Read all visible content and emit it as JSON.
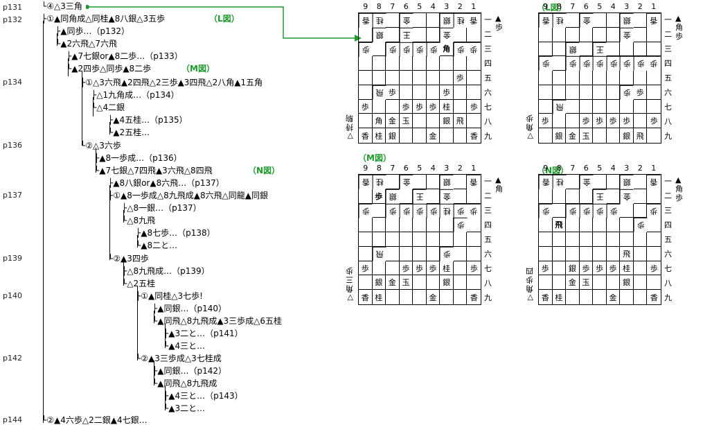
{
  "page_labels": [
    "p131",
    "p132",
    "p134",
    "p136",
    "p137",
    "p139",
    "p140",
    "p142",
    "p144"
  ],
  "tree": [
    {
      "id": "l01",
      "text": "└④△3三角"
    },
    {
      "id": "l02",
      "text": "├①▲同角成△同桂▲8八銀△3五歩"
    },
    {
      "id": "l02b",
      "text": "（L図）"
    },
    {
      "id": "l03",
      "text": "├▲同歩…（p132）"
    },
    {
      "id": "l04",
      "text": "└▲2六飛△7六飛"
    },
    {
      "id": "l05",
      "text": "├▲7七銀or▲8二歩…（p133）"
    },
    {
      "id": "l06",
      "text": "└▲2四歩△同歩▲8二歩"
    },
    {
      "id": "l06b",
      "text": "（M図）"
    },
    {
      "id": "l07",
      "text": "├①△3六飛▲2四飛△2三歩▲3四飛△2八角▲1五角"
    },
    {
      "id": "l08",
      "text": "├△1九角成…（p134）"
    },
    {
      "id": "l09",
      "text": "└△4二銀"
    },
    {
      "id": "l10",
      "text": "├▲4五桂…（p135）"
    },
    {
      "id": "l11",
      "text": "└▲2五桂…"
    },
    {
      "id": "l12",
      "text": "└②△3六歩"
    },
    {
      "id": "l13",
      "text": "├▲8一歩成…（p136）"
    },
    {
      "id": "l14",
      "text": "└▲7七銀△7四飛▲3六飛△8四飛"
    },
    {
      "id": "l14b",
      "text": "（N図）"
    },
    {
      "id": "l15",
      "text": "├▲8八銀or▲8六飛…（p137）"
    },
    {
      "id": "l16",
      "text": "├①▲8一歩成△8九飛成▲8六飛△同龍▲同銀"
    },
    {
      "id": "l17",
      "text": "├△8一銀…（p137）"
    },
    {
      "id": "l18",
      "text": "└△8九飛"
    },
    {
      "id": "l19",
      "text": "├▲8七歩…（p138）"
    },
    {
      "id": "l20",
      "text": "└▲8二と…"
    },
    {
      "id": "l21",
      "text": "└②▲3四歩"
    },
    {
      "id": "l22",
      "text": "├△8九飛成…（p139）"
    },
    {
      "id": "l23",
      "text": "└△2五桂"
    },
    {
      "id": "l24",
      "text": "├①▲同桂△3七歩!"
    },
    {
      "id": "l25",
      "text": "├▲同銀…（p140）"
    },
    {
      "id": "l26",
      "text": "└▲同飛△8九飛成▲3三歩成△6五桂"
    },
    {
      "id": "l27",
      "text": "├▲3二と…（p141）"
    },
    {
      "id": "l28",
      "text": "└▲4三と…"
    },
    {
      "id": "l29",
      "text": "└②▲3三歩成△3七桂成"
    },
    {
      "id": "l30",
      "text": "├▲同銀…（p142）"
    },
    {
      "id": "l31",
      "text": "└▲同飛△8九飛成"
    },
    {
      "id": "l32",
      "text": "├▲4三と…（p143）"
    },
    {
      "id": "l33",
      "text": "└▲3二と…"
    },
    {
      "id": "l34",
      "text": "└②▲4六歩△2二銀▲4七銀…"
    }
  ],
  "files": [
    "9",
    "8",
    "7",
    "6",
    "5",
    "4",
    "3",
    "2",
    "1"
  ],
  "ranks": [
    "一",
    "二",
    "三",
    "四",
    "五",
    "六",
    "七",
    "八",
    "九"
  ],
  "boards": {
    "main": {
      "title": "",
      "sente_hand": [
        "▲",
        "歩"
      ],
      "gote_hand": [
        "▽",
        "持",
        "駒"
      ],
      "cells": [
        "g香",
        "g桂",
        "",
        "g金",
        "",
        "",
        "g銀",
        "g桂",
        "g香",
        "",
        "g銀",
        "",
        "g王",
        "",
        "",
        "g金",
        "",
        "",
        "g歩",
        "",
        "g歩",
        "g歩",
        "g歩",
        "g歩",
        "k角",
        "g歩",
        "g歩",
        "",
        "",
        "",
        "",
        "",
        "",
        "",
        "",
        "",
        "",
        "",
        "",
        "",
        "",
        "",
        "",
        "歩",
        "",
        "",
        "g飛",
        "歩",
        "",
        "",
        "",
        "歩",
        "",
        "",
        "歩",
        "",
        "",
        "歩",
        "歩",
        "歩",
        "桂",
        "",
        "歩",
        "",
        "角",
        "金",
        "玉",
        "",
        "",
        "銀",
        "飛",
        "",
        "香",
        "桂",
        "銀",
        "",
        "",
        "金",
        "",
        "",
        "香"
      ]
    },
    "L": {
      "title": "（L図）",
      "sente_hand": [
        "▲",
        "角",
        "歩"
      ],
      "gote_hand": [
        "▽",
        "角",
        "歩"
      ],
      "cells": [
        "g香",
        "g桂",
        "",
        "g金",
        "",
        "",
        "g銀",
        "",
        "g香",
        "",
        "",
        "",
        "",
        "",
        "",
        "g金",
        "",
        "",
        "",
        "",
        "g銀",
        "",
        "g王",
        "",
        "",
        "",
        "",
        "g歩",
        "",
        "g歩",
        "g歩",
        "g歩",
        "g歩",
        "g歩",
        "g歩",
        "g歩",
        "",
        "",
        "",
        "",
        "",
        "",
        "",
        "",
        "",
        "",
        "",
        "",
        "",
        "",
        "",
        "g歩",
        "歩",
        "",
        "",
        "g飛",
        "",
        "",
        "",
        "",
        "",
        "",
        "",
        "歩",
        "",
        "",
        "歩",
        "歩",
        "歩",
        "歩",
        "",
        "歩",
        "",
        "銀",
        "金",
        "玉",
        "",
        "",
        "銀",
        "飛",
        "",
        "香",
        "桂",
        "",
        "",
        "",
        "金",
        "",
        "",
        "香"
      ]
    },
    "M": {
      "title": "（M図）",
      "sente_hand": [
        "▲",
        "角"
      ],
      "gote_hand": [
        "▽",
        "角",
        "三",
        "歩"
      ],
      "cells": [
        "g香",
        "g桂",
        "",
        "g金",
        "",
        "",
        "g銀",
        "",
        "g香",
        "",
        "k歩",
        "g銀",
        "",
        "g王",
        "",
        "g金",
        "",
        "",
        "g歩",
        "",
        "g歩",
        "g歩",
        "g歩",
        "g歩",
        "g桂",
        "g歩",
        "g歩",
        "",
        "",
        "",
        "",
        "",
        "",
        "",
        "g歩",
        "",
        "",
        "",
        "",
        "",
        "",
        "",
        "",
        "",
        "",
        "",
        "g飛",
        "",
        "",
        "",
        "",
        "g歩",
        "",
        "",
        "歩",
        "",
        "",
        "歩",
        "歩",
        "歩",
        "桂",
        "",
        "歩",
        "",
        "銀",
        "金",
        "玉",
        "",
        "",
        "銀",
        "",
        "",
        "香",
        "桂",
        "",
        "",
        "",
        "金",
        "",
        "",
        "香"
      ]
    },
    "N": {
      "title": "（N図）",
      "sente_hand": [
        "▲",
        "角",
        "歩"
      ],
      "gote_hand": [
        "▽",
        "角",
        "歩",
        "四"
      ],
      "cells": [
        "g香",
        "g桂",
        "",
        "g金",
        "",
        "",
        "g銀",
        "",
        "g香",
        "",
        "",
        "",
        "",
        "g王",
        "",
        "g金",
        "",
        "",
        "g歩",
        "",
        "g歩",
        "g歩",
        "g歩",
        "g歩",
        "",
        "",
        "g歩",
        "",
        "k飛",
        "",
        "",
        "",
        "",
        "",
        "g歩",
        "",
        "",
        "",
        "",
        "",
        "",
        "",
        "",
        "",
        "",
        "",
        "",
        "",
        "",
        "",
        "",
        "飛",
        "",
        "",
        "歩",
        "",
        "銀",
        "歩",
        "歩",
        "歩",
        "桂",
        "",
        "歩",
        "",
        "",
        "金",
        "玉",
        "",
        "",
        "銀",
        "",
        "",
        "香",
        "桂",
        "",
        "",
        "",
        "金",
        "",
        "",
        "香"
      ]
    }
  }
}
